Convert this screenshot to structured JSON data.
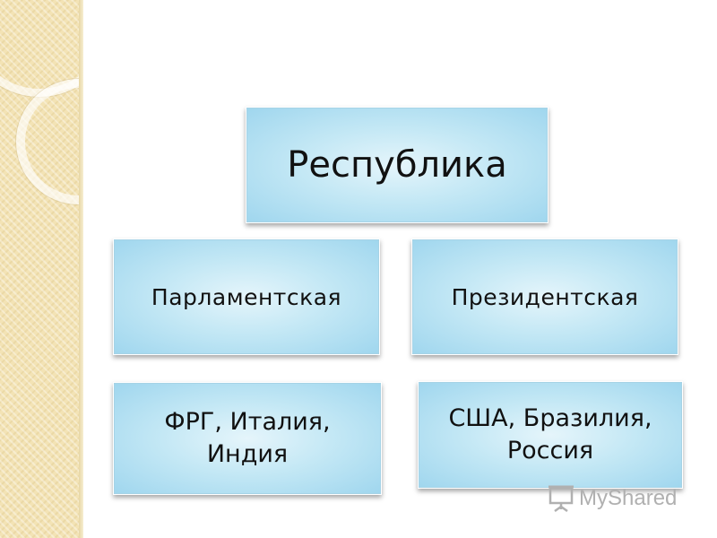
{
  "diagram": {
    "root": {
      "label": "Республика"
    },
    "types": [
      {
        "label": "Парламентская",
        "examples": "ФРГ, Италия, Индия"
      },
      {
        "label": "Президентская",
        "examples": "США, Бразилия, Россия"
      }
    ]
  },
  "watermark": {
    "text": "MyShared",
    "icon": "presentation-screen-icon"
  },
  "colors": {
    "box_fill": "#c4e8f5",
    "box_edge": "#9fd6ee",
    "strip": "#f3e3b5"
  }
}
